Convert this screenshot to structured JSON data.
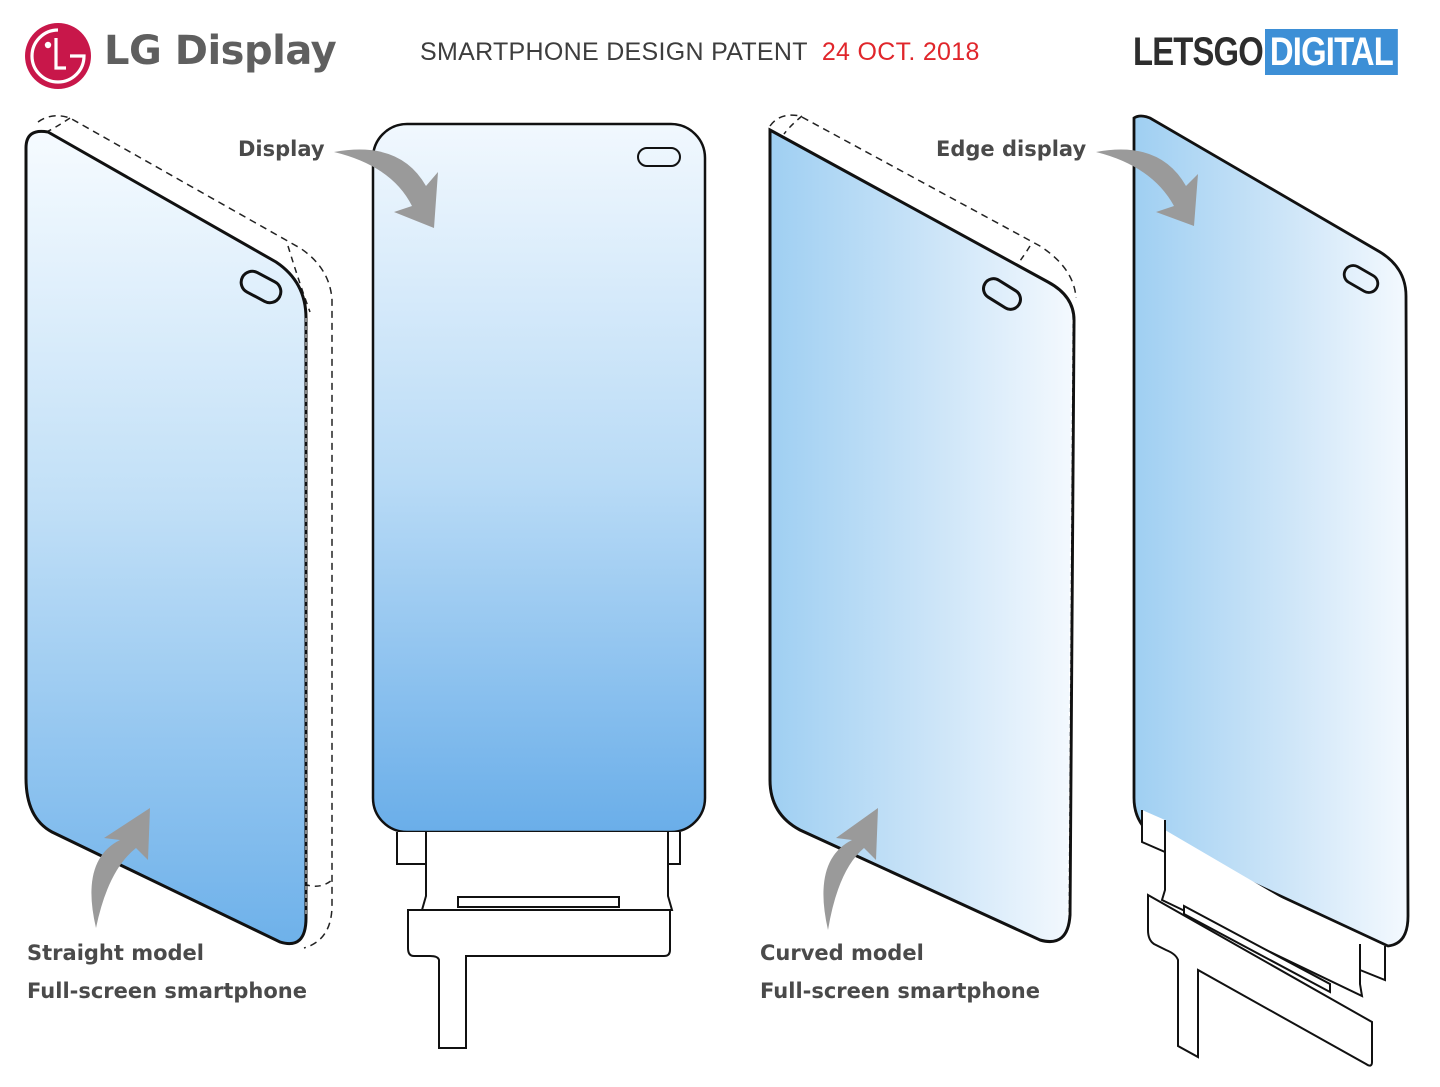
{
  "header": {
    "brand_left": "LG Display",
    "brand_left_logo": "lg-logo-icon",
    "title": "SMARTPHONE DESIGN PATENT",
    "date": "24 OCT. 2018",
    "brand_right_part1": "LETSGO",
    "brand_right_part2": "DIGITAL"
  },
  "colors": {
    "lg_red": "#c8174a",
    "date_red": "#e0262b",
    "letsgo_blue": "#3d8fd6",
    "screen_light": "#eef6fd",
    "screen_dark": "#6fb2ea",
    "arrow_gray": "#9a9a9a"
  },
  "figures": [
    {
      "id": "straight-model",
      "caption_line1": "Straight model",
      "caption_line2": "Full-screen smartphone"
    },
    {
      "id": "display-front",
      "callout": "Display",
      "arrow_icon": "curved-arrow-icon"
    },
    {
      "id": "curved-model",
      "caption_line1": "Curved model",
      "caption_line2": "Full-screen smartphone"
    },
    {
      "id": "edge-display",
      "callout": "Edge display",
      "arrow_icon": "curved-arrow-icon"
    }
  ]
}
